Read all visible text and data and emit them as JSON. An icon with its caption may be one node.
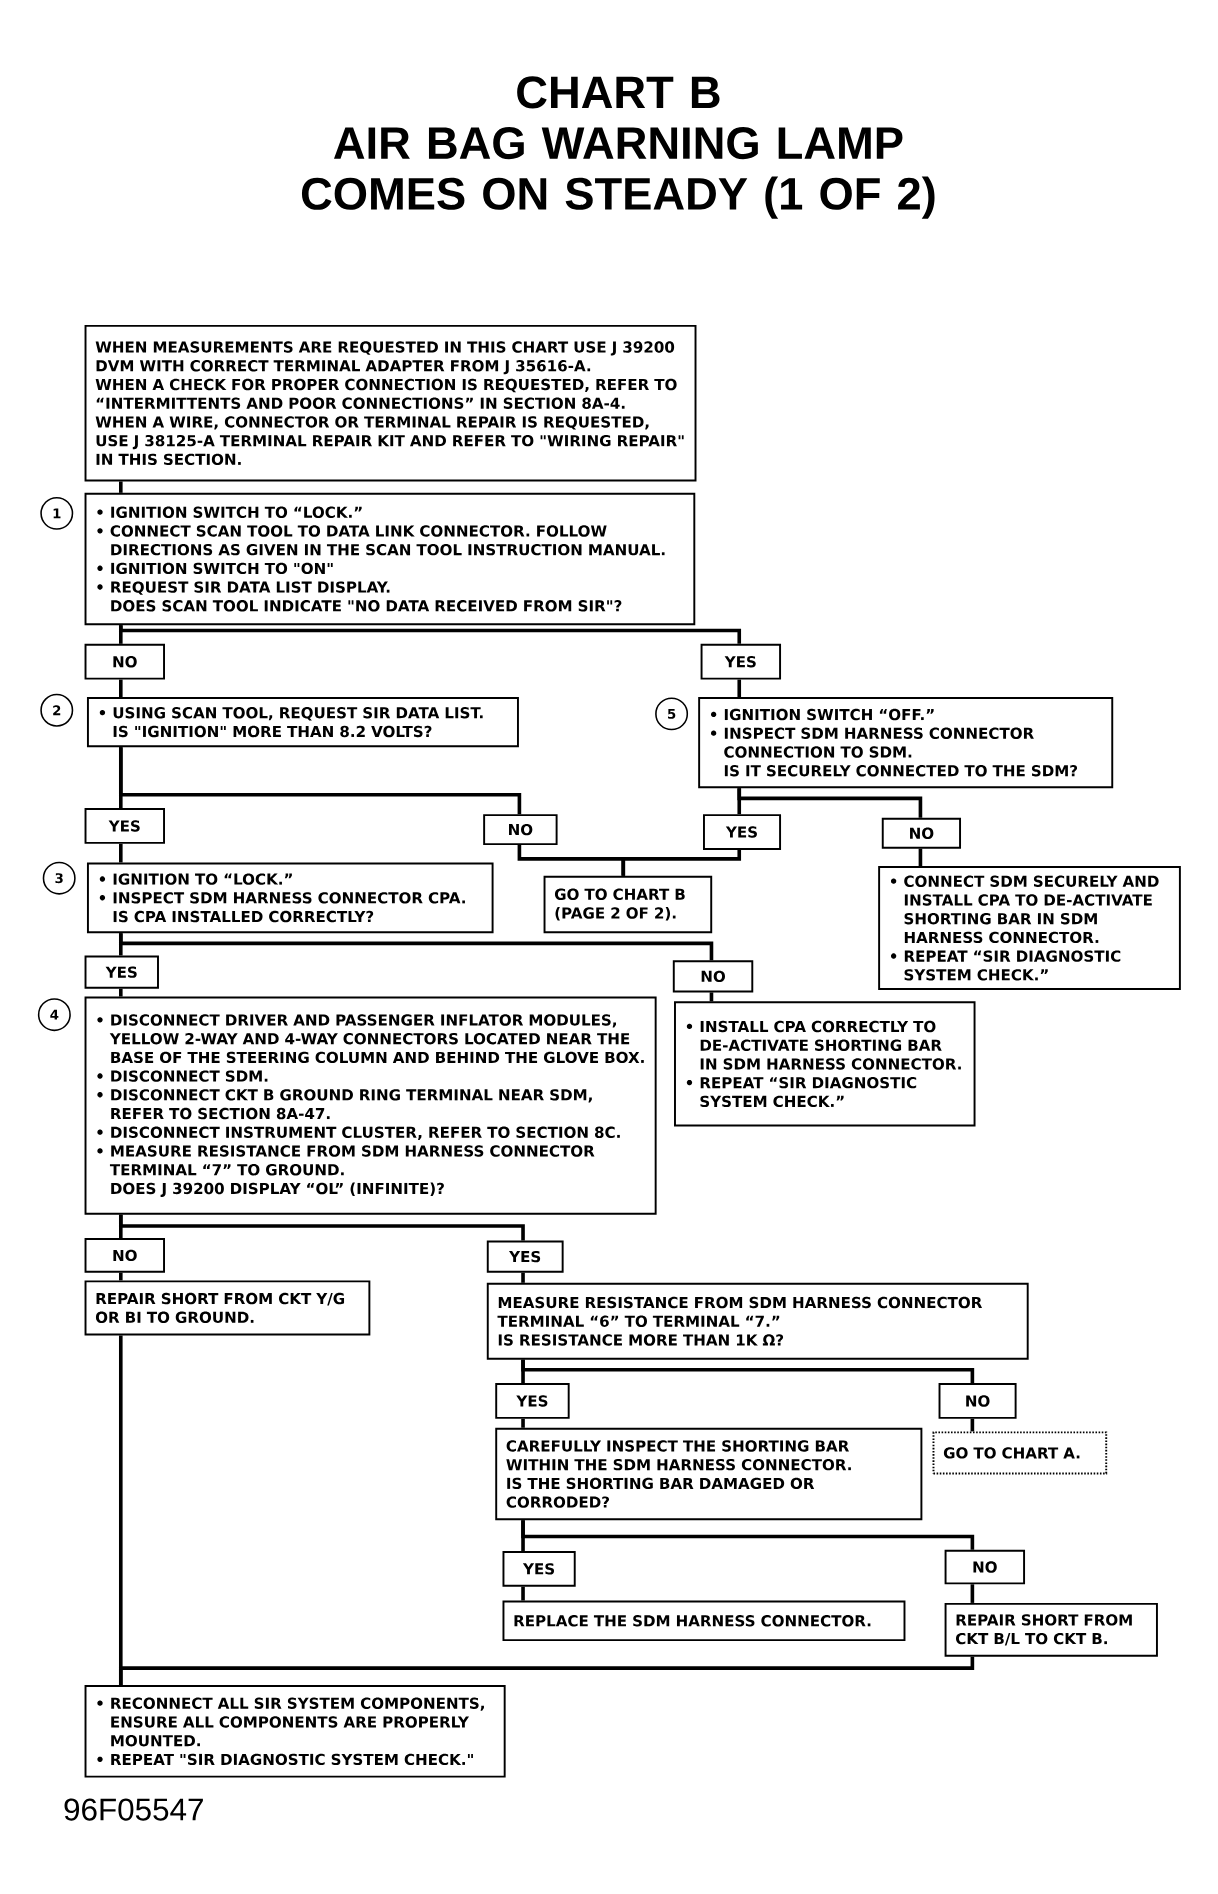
{
  "diagram": {
    "title": "CHART B AIR BAG WARNING LAMP COMES ON STEADY (1 OF 2)",
    "nodes": [
      {
        "text": [
          "WHEN MEASUREMENTS ARE REQUESTED IN THIS CHART USE J 39200 DVM WITH CORRECT TERMINAL ADAPTER FROM J 35616-A.",
          "WHEN A CHECK FOR PROPER CONNECTION IS REQUESTED, REFER TO “INTERMITTENTS AND POOR CONNECTIONS” IN SECTION 8A-4.",
          "WHEN A WIRE, CONNECTOR OR TERMINAL REPAIR IS REQUESTED, USE J 38125-A TERMINAL REPAIR KIT AND REFER TO \"WIRING REPAIR\" IN THIS SECTION."
        ]
      },
      {
        "text": [
          "• IGNITION SWITCH TO “LOCK.”",
          "• CONNECT SCAN TOOL TO DATA LINK CONNECTOR. FOLLOW DIRECTIONS AS GIVEN IN THE SCAN TOOL INSTRUCTION MANUAL.",
          "• IGNITION SWITCH TO \"ON\"",
          "• REQUEST SIR DATA LIST DISPLAY.",
          "DOES SCAN TOOL INDICATE \"NO DATA RECEIVED FROM SIR\"?"
        ],
        "beside": [
          "1"
        ]
      },
      {
        "text": [
          "NO"
        ]
      },
      {
        "text": [
          "YES"
        ]
      },
      {
        "text": [
          "• USING SCAN TOOL, REQUEST SIR DATA LIST.",
          "IS \"IGNITION\" MORE THAN 8.2 VOLTS?"
        ],
        "beside": [
          "2"
        ]
      },
      {
        "text": [
          "• IGNITION SWITCH “OFF.”",
          "• INSPECT SDM HARNESS CONNECTOR CONNECTION TO SDM.",
          "IS IT SECURELY CONNECTED TO THE SDM?"
        ],
        "beside": [
          "5"
        ]
      },
      {
        "text": [
          "YES"
        ]
      },
      {
        "text": [
          "NO"
        ]
      },
      {
        "text": [
          "YES"
        ]
      },
      {
        "text": [
          "NO"
        ]
      },
      {
        "text": [
          "• IGNITION TO “LOCK.”",
          "• INSPECT SDM HARNESS CONNECTOR CPA.",
          "IS CPA INSTALLED CORRECTLY?"
        ],
        "beside": [
          "3"
        ]
      },
      {
        "text": [
          "GO TO CHART B (PAGE 2 OF 2)."
        ]
      },
      {
        "text": [
          "• CONNECT SDM SECURELY AND INSTALL CPA TO DE-ACTIVATE SHORTING BAR IN SDM HARNESS CONNECTOR.",
          "• REPEAT “SIR DIAGNOSTIC SYSTEM CHECK.”"
        ]
      },
      {
        "text": [
          "YES"
        ]
      },
      {
        "text": [
          "NO"
        ]
      },
      {
        "text": [
          "• DISCONNECT DRIVER AND PASSENGER INFLATOR MODULES, YELLOW 2-WAY AND 4-WAY CONNECTORS LOCATED NEAR THE BASE OF THE STEERING COLUMN AND BEHIND THE GLOVE BOX.",
          "• DISCONNECT SDM.",
          "• DISCONNECT CKT B GROUND RING TERMINAL NEAR SDM, REFER TO SECTION 8A-47.",
          "• DISCONNECT INSTRUMENT CLUSTER, REFER TO SECTION 8C.",
          "• MEASURE RESISTANCE FROM SDM HARNESS CONNECTOR TERMINAL “7” TO GROUND.",
          "DOES J 39200 DISPLAY “OL” (INFINITE)?"
        ],
        "beside": [
          "4"
        ]
      },
      {
        "text": [
          "• INSTALL CPA CORRECTLY TO DE-ACTIVATE SHORTING BAR IN SDM HARNESS CONNECTOR.",
          "• REPEAT “SIR DIAGNOSTIC SYSTEM CHECK.”"
        ]
      },
      {
        "text": [
          "NO"
        ]
      },
      {
        "text": [
          "YES"
        ]
      },
      {
        "text": [
          "REPAIR SHORT FROM CKT Y/G OR BI TO GROUND."
        ]
      },
      {
        "text": [
          "MEASURE RESISTANCE FROM SDM HARNESS CONNECTOR TERMINAL “6” TO TERMINAL “7.”",
          "IS RESISTANCE MORE THAN 1K Ω?"
        ]
      },
      {
        "text": [
          "YES"
        ]
      },
      {
        "text": [
          "NO"
        ]
      },
      {
        "text": [
          "CAREFULLY INSPECT THE SHORTING BAR WITHIN THE SDM HARNESS CONNECTOR.",
          "IS THE SHORTING BAR DAMAGED OR CORRODED?"
        ]
      },
      {
        "text": [
          "GO TO CHART A."
        ]
      },
      {
        "text": [
          "YES"
        ]
      },
      {
        "text": [
          "NO"
        ]
      },
      {
        "text": [
          "REPLACE THE SDM HARNESS CONNECTOR."
        ]
      },
      {
        "text": [
          "REPAIR SHORT FROM CKT B/L TO CKT B."
        ]
      },
      {
        "text": [
          "• RECONNECT ALL SIR SYSTEM COMPONENTS, ENSURE ALL COMPONENTS ARE PROPERLY MOUNTED.",
          "• REPEAT \"SIR DIAGNOSTIC SYSTEM CHECK.\""
        ]
      }
    ],
    "edges": [
      {
        "from": 0,
        "to": 1,
        "arrow": "none"
      },
      {
        "from": 1,
        "to": 2,
        "arrow": "none"
      },
      {
        "from": 1,
        "to": 3,
        "arrow": "none"
      },
      {
        "from": 2,
        "to": 4,
        "arrow": "none"
      },
      {
        "from": 3,
        "to": 5,
        "arrow": "none"
      },
      {
        "from": 4,
        "to": 6,
        "arrow": "none"
      },
      {
        "from": 4,
        "to": 7,
        "arrow": "none"
      },
      {
        "from": 5,
        "to": 8,
        "arrow": "none"
      },
      {
        "from": 5,
        "to": 9,
        "arrow": "none"
      },
      {
        "from": 6,
        "to": 10,
        "arrow": "none"
      },
      {
        "from": 7,
        "to": 11,
        "arrow": "none"
      },
      {
        "from": 8,
        "to": 11,
        "arrow": "none"
      },
      {
        "from": 9,
        "to": 12,
        "arrow": "none"
      },
      {
        "from": 10,
        "to": 13,
        "arrow": "none"
      },
      {
        "from": 10,
        "to": 14,
        "arrow": "none"
      },
      {
        "from": 13,
        "to": 15,
        "arrow": "none"
      },
      {
        "from": 14,
        "to": 16,
        "arrow": "none"
      },
      {
        "from": 15,
        "to": 17,
        "arrow": "none"
      },
      {
        "from": 15,
        "to": 18,
        "arrow": "none"
      },
      {
        "from": 17,
        "to": 19,
        "arrow": "none"
      },
      {
        "from": 18,
        "to": 20,
        "arrow": "none"
      },
      {
        "from": 20,
        "to": 21,
        "arrow": "none"
      },
      {
        "from": 20,
        "to": 22,
        "arrow": "none"
      },
      {
        "from": 21,
        "to": 23,
        "arrow": "none"
      },
      {
        "from": 22,
        "to": 24,
        "arrow": "none"
      },
      {
        "from": 23,
        "to": 25,
        "arrow": "none"
      },
      {
        "from": 23,
        "to": 26,
        "arrow": "none"
      },
      {
        "from": 25,
        "to": 27,
        "arrow": "none"
      },
      {
        "from": 26,
        "to": 28,
        "arrow": "none"
      },
      {
        "from": 19,
        "to": 29,
        "arrow": "none"
      },
      {
        "from": 28,
        "to": 29,
        "arrow": "none"
      }
    ],
    "labels": [
      "96F05547"
    ]
  }
}
